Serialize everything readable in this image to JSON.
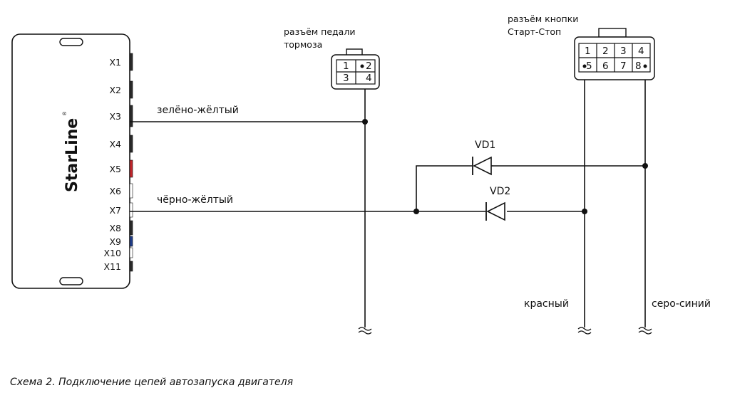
{
  "unit": {
    "brand": "StarLine",
    "brand_mark": "®",
    "ports": [
      {
        "label": "X1",
        "color": "#2a2a2a"
      },
      {
        "label": "X2",
        "color": "#2a2a2a"
      },
      {
        "label": "X3",
        "color": "#2a2a2a"
      },
      {
        "label": "X4",
        "color": "#2a2a2a"
      },
      {
        "label": "X5",
        "color": "#c0252b"
      },
      {
        "label": "X6",
        "color": "#ffffff"
      },
      {
        "label": "X7",
        "color": "#ffffff"
      },
      {
        "label": "X8",
        "color": "#2a2a2a"
      },
      {
        "label": "X9",
        "color": "#1f3c88"
      },
      {
        "label": "X10",
        "color": "#ffffff"
      },
      {
        "label": "X11",
        "color": "#2a2a2a"
      }
    ]
  },
  "wires": {
    "x3_label": "зелёно-жёлтый",
    "x7_label": "чёрно-жёлтый",
    "red_label": "красный",
    "grayblue_label": "серо-синий"
  },
  "brake_connector": {
    "title_line1": "разъём педали",
    "title_line2": "тормоза",
    "pins": [
      "1",
      "2",
      "3",
      "4"
    ]
  },
  "startstop_connector": {
    "title_line1": "разъём кнопки",
    "title_line2": "Старт-Стоп",
    "pins": [
      "1",
      "2",
      "3",
      "4",
      "5",
      "6",
      "7",
      "8"
    ]
  },
  "diodes": {
    "vd1": "VD1",
    "vd2": "VD2"
  },
  "caption": "Схема 2.  Подключение цепей автозапуска двигателя"
}
